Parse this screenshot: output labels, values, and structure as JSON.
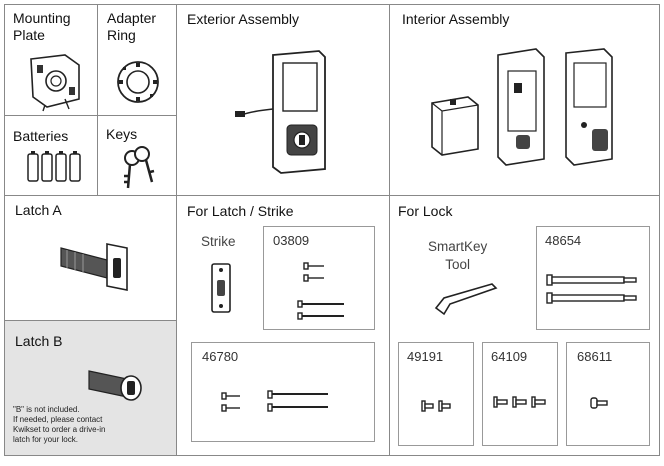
{
  "top": {
    "mounting_plate": "Mounting\nPlate",
    "adapter_ring": "Adapter\nRing",
    "batteries": "Batteries",
    "keys": "Keys",
    "exterior_assembly": "Exterior Assembly",
    "interior_assembly": "Interior Assembly"
  },
  "latch": {
    "latch_a": "Latch A",
    "latch_b": "Latch B",
    "latch_b_note": "\"B\" is not included.\nIf needed, please contact\nKwikset to order a drive-in\nlatch for your lock."
  },
  "strike": {
    "section_title": "For Latch / Strike",
    "strike_label": "Strike",
    "code_1": "03809",
    "code_2": "46780"
  },
  "lock": {
    "section_title": "For Lock",
    "tool_label": "SmartKey\nTool",
    "code_1": "48654",
    "code_2": "49191",
    "code_3": "64109",
    "code_4": "68611"
  },
  "colors": {
    "border": "#888888",
    "shaded_cell": "#e4e4e4"
  }
}
